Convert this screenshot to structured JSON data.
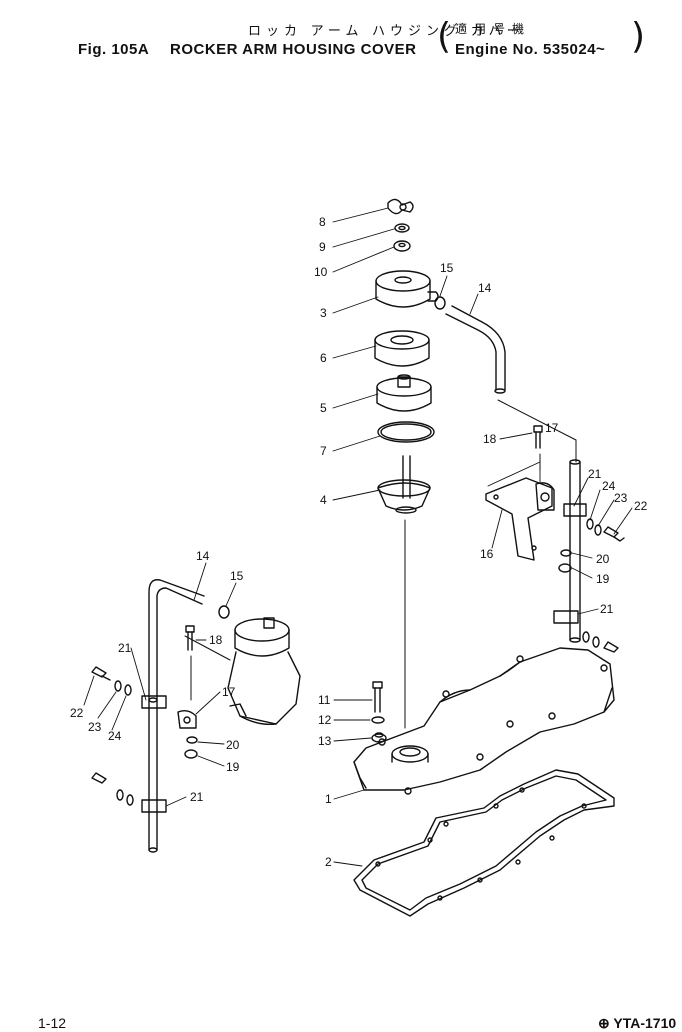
{
  "header": {
    "jp_title": "ロッカ アーム ハウジング カバー",
    "jp_applicability": "適用号機",
    "fig_label": "Fig. 105A",
    "title": "ROCKER ARM HOUSING COVER",
    "engine_no": "Engine No. 535024~",
    "paren_open": "(",
    "paren_close": ")"
  },
  "callouts": {
    "c1": "1",
    "c2": "2",
    "c3": "3",
    "c4": "4",
    "c5": "5",
    "c6": "6",
    "c7": "7",
    "c8": "8",
    "c9": "9",
    "c10": "10",
    "c11": "11",
    "c12": "12",
    "c13": "13",
    "c14a": "14",
    "c14b": "14",
    "c15a": "15",
    "c15b": "15",
    "c16": "16",
    "c17a": "17",
    "c17b": "17",
    "c18a": "18",
    "c18b": "18",
    "c19a": "19",
    "c19b": "19",
    "c20a": "20",
    "c20b": "20",
    "c21a": "21",
    "c21b": "21",
    "c21c": "21",
    "c21d": "21",
    "c22a": "22",
    "c22b": "22",
    "c23a": "23",
    "c23b": "23",
    "c24a": "24",
    "c24b": "24"
  },
  "footer": {
    "page": "1-12",
    "code": "⊕ YTA-1710"
  }
}
